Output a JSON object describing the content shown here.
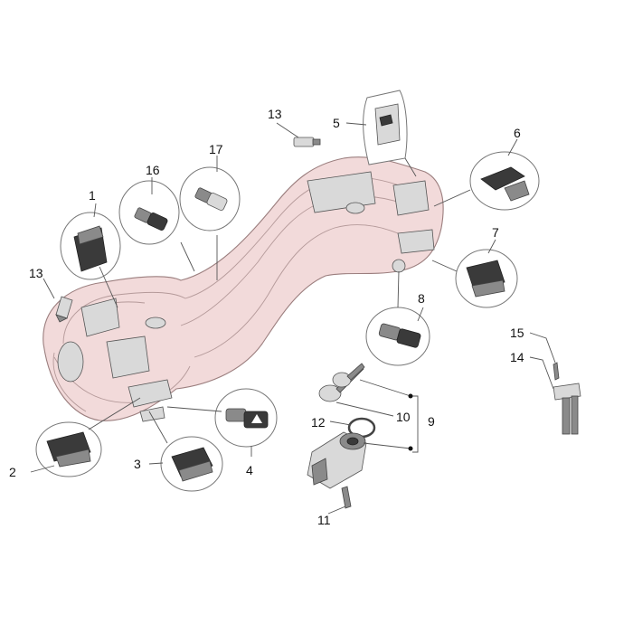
{
  "diagram": {
    "callouts": [
      {
        "id": "c1",
        "text": "1"
      },
      {
        "id": "c2",
        "text": "2"
      },
      {
        "id": "c3",
        "text": "3"
      },
      {
        "id": "c4",
        "text": "4"
      },
      {
        "id": "c5",
        "text": "5"
      },
      {
        "id": "c6",
        "text": "6"
      },
      {
        "id": "c7",
        "text": "7"
      },
      {
        "id": "c8",
        "text": "8"
      },
      {
        "id": "c9",
        "text": "9"
      },
      {
        "id": "c10",
        "text": "10"
      },
      {
        "id": "c11",
        "text": "11"
      },
      {
        "id": "c12",
        "text": "12"
      },
      {
        "id": "c13a",
        "text": "13"
      },
      {
        "id": "c13b",
        "text": "13"
      },
      {
        "id": "c14",
        "text": "14"
      },
      {
        "id": "c15",
        "text": "15"
      },
      {
        "id": "c16",
        "text": "16"
      },
      {
        "id": "c17",
        "text": "17"
      }
    ]
  }
}
